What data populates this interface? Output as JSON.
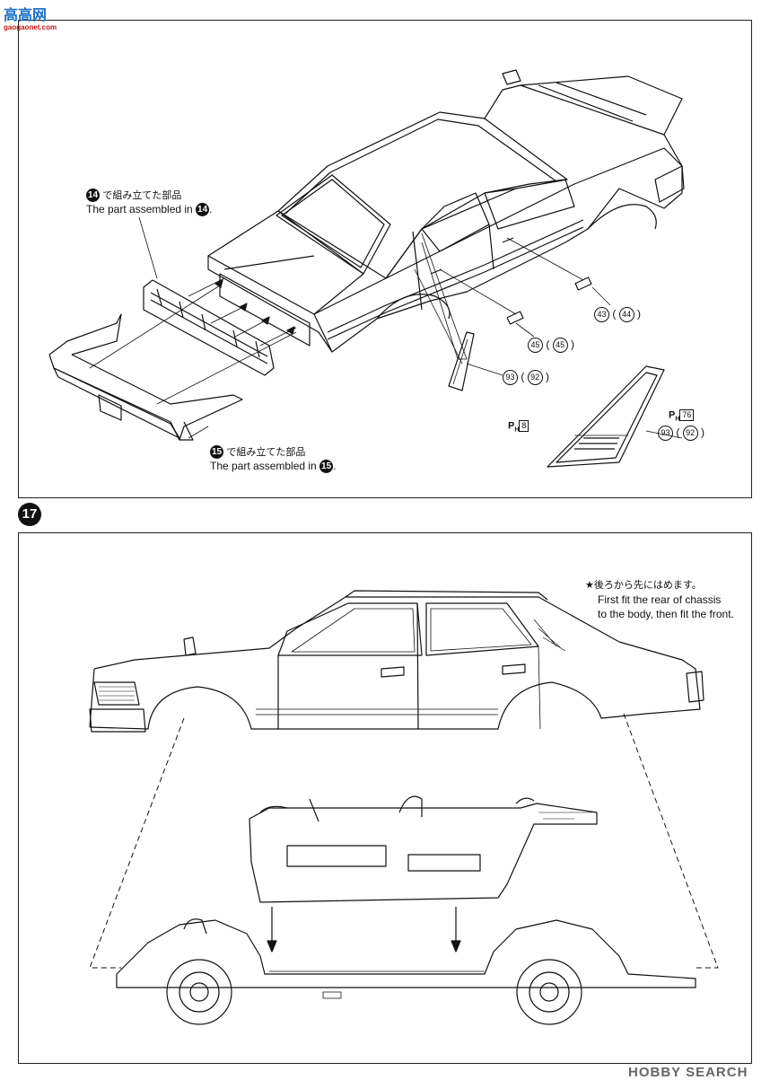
{
  "brand_logo": {
    "chars": "高高网",
    "url": "gaogaonet.com"
  },
  "step16": {
    "callout_14_num": "14",
    "callout_14_jp": "で組み立てた部品",
    "callout_14_en": "The part assembled in",
    "callout_15_num": "15",
    "callout_15_jp": "で組み立てた部品",
    "callout_15_en": "The part assembled in",
    "parts": [
      {
        "a": "43",
        "b": "44"
      },
      {
        "a": "45",
        "b": "45"
      },
      {
        "a": "93",
        "b": "92"
      },
      {
        "a": "93",
        "b": "92"
      }
    ],
    "paint_1": {
      "prefix": "P",
      "sub": "H",
      "num": "8"
    },
    "paint_2": {
      "prefix": "P",
      "sub": "H",
      "num": "76"
    }
  },
  "step17": {
    "number": "17",
    "note_jp": "★後ろから先にはめます。",
    "note_en_1": "First fit the rear of chassis",
    "note_en_2": "to the body, then fit the front."
  },
  "watermark": {
    "text": "HOBBY SEARCH"
  }
}
